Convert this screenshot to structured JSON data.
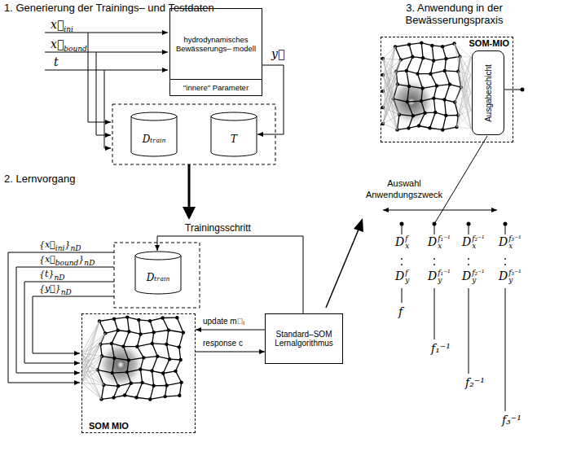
{
  "diagram": {
    "nodes": [
      {
        "text": [
          "hydrodynamisches Bewässerungs– modell",
          "\"innere\" Parameter"
        ]
      },
      {
        "text": [
          "Dₜᵣₐᵢₙ"
        ]
      },
      {
        "text": [
          "T"
        ]
      },
      {
        "text": [
          "Standard–SOM Lernalgorithmus"
        ]
      },
      {
        "text": [
          "Dₜᵣₐᵢₙ"
        ]
      },
      {
        "text": [
          "SOM MIO"
        ]
      },
      {
        "text": [
          "SOM-MIO"
        ]
      },
      {
        "text": [
          "Ausgabeschicht"
        ],
        "in": 6
      }
    ],
    "edges": [
      {
        "from": 0,
        "to": 2,
        "arrow": "to"
      },
      {
        "from": 3,
        "to": 5,
        "label": "update m⃗ᵢ",
        "arrow": "to"
      },
      {
        "from": 5,
        "to": 3,
        "label": "response c",
        "arrow": "to"
      },
      {
        "from": 3,
        "to": 4,
        "label": "Trainingsschritt",
        "arrow": "to"
      }
    ],
    "labels": [
      "1. Generierung der Trainings– und Testdaten",
      "x⃗",
      "ini",
      "x⃗",
      "bound",
      "t",
      "y⃗",
      "2. Lernvorgang",
      "{x⃗",
      "ini",
      "}",
      "nD",
      "{x⃗",
      "bound",
      "}",
      "nD",
      "{t}",
      "nD",
      "{y⃗}",
      "nD",
      "3. Anwendung in der Bewässerungspraxis",
      "Auswahl Anwendungszweck",
      "D",
      "f",
      "x",
      "D",
      "f",
      "y",
      "f",
      "D",
      "f₁⁻¹",
      "x",
      "D",
      "f₁⁻¹",
      "y",
      "f₁⁻¹",
      "D",
      "f₂⁻¹",
      "x",
      "D",
      "f₂⁻¹",
      "y",
      "f₂⁻¹",
      "D",
      "f₃⁻¹",
      "x",
      "D",
      "f₃⁻¹",
      "y",
      "f₃⁻¹"
    ]
  }
}
